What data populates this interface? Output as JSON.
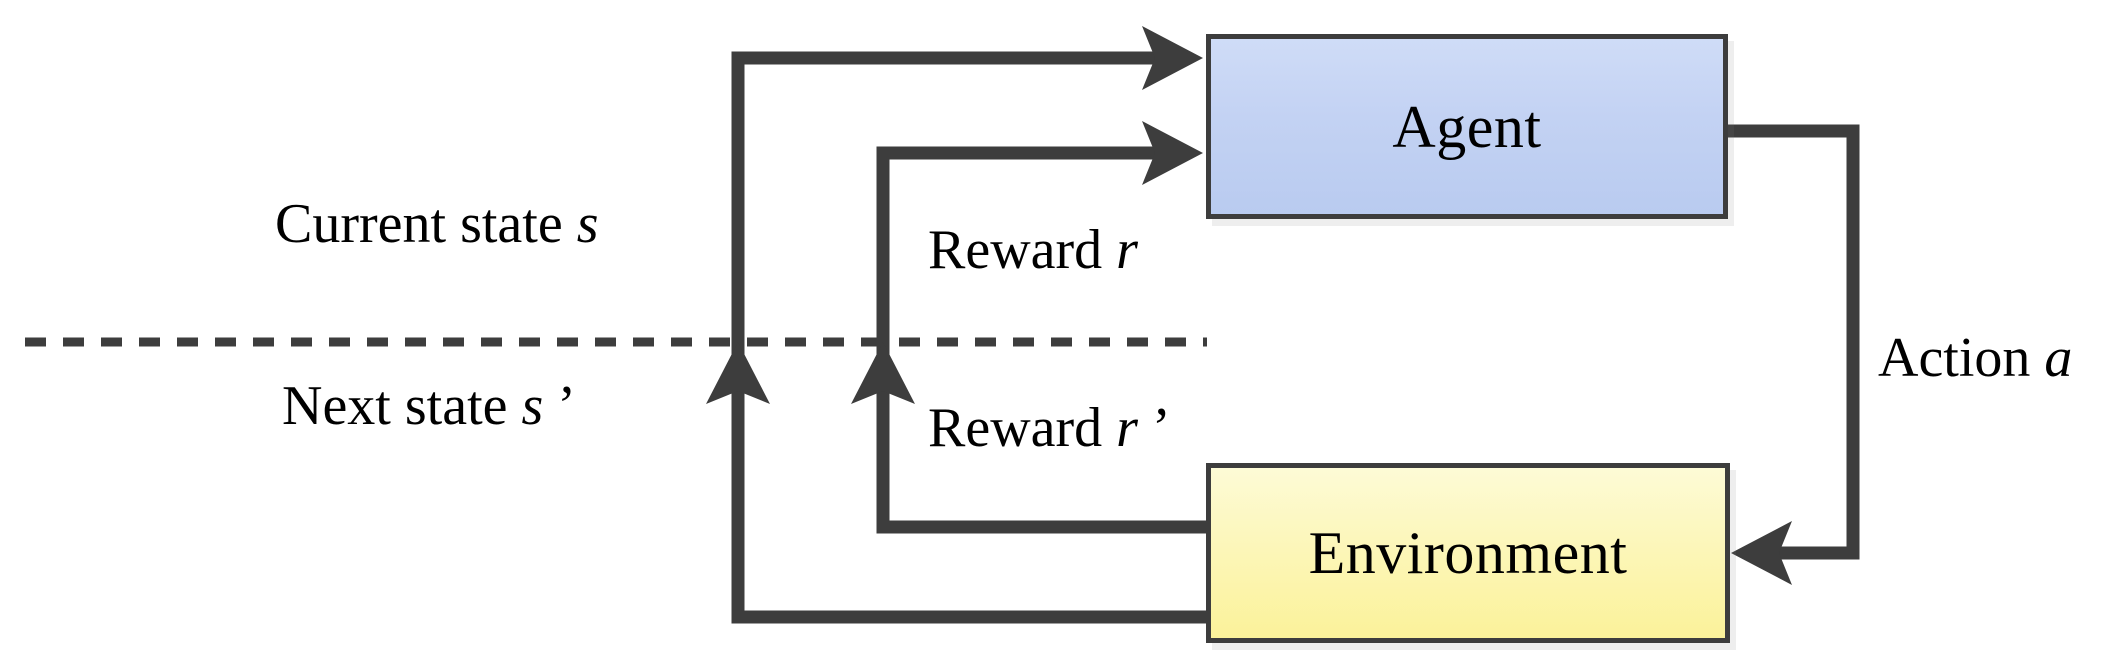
{
  "diagram": {
    "title": "Reinforcement learning agent-environment interaction loop",
    "background_color": "#ffffff",
    "line_color": "#3d3d3d",
    "text_color": "#000000"
  },
  "nodes": {
    "agent": {
      "label": "Agent",
      "fill_top": "#cfdcf7",
      "fill_bottom": "#b9cbf0",
      "border_color": "#3d3d3d"
    },
    "environment": {
      "label": "Environment",
      "fill_top": "#fdfbd6",
      "fill_bottom": "#fbf29a",
      "border_color": "#3d3d3d"
    }
  },
  "labels": {
    "current_state": {
      "text": "Current state ",
      "symbol": "s"
    },
    "next_state": {
      "text": "Next state ",
      "symbol": "s",
      "prime": " ’"
    },
    "reward": {
      "text": "Reward ",
      "symbol": "r"
    },
    "reward_prime": {
      "text": "Reward ",
      "symbol": "r",
      "prime": " ’"
    },
    "action": {
      "text": "Action ",
      "symbol": "a"
    }
  },
  "separator": {
    "name": "time-step-divider",
    "style": "dashed",
    "color": "#3d3d3d"
  },
  "edges": [
    {
      "name": "current-state-edge",
      "from": "environment",
      "to": "agent",
      "label": "Current state s"
    },
    {
      "name": "next-state-edge",
      "from": "environment",
      "to": "agent",
      "label": "Next state s ’"
    },
    {
      "name": "reward-edge",
      "from": "environment",
      "to": "agent",
      "label": "Reward r"
    },
    {
      "name": "reward-prime-edge",
      "from": "environment",
      "to": "agent",
      "label": "Reward r ’"
    },
    {
      "name": "action-edge",
      "from": "agent",
      "to": "environment",
      "label": "Action a"
    }
  ]
}
